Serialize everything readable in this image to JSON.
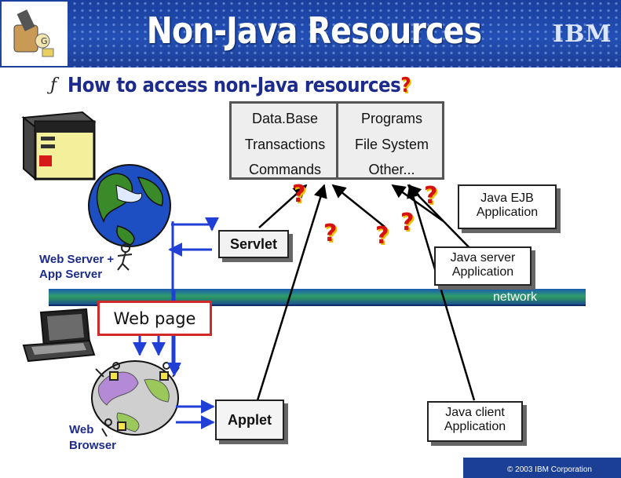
{
  "header": {
    "title": "Non-Java Resources",
    "brand": "IBM",
    "colors": {
      "band": "#1c3f96",
      "title": "#ffffff"
    }
  },
  "subtitle": {
    "bullet": "ƒ",
    "text": "How to access non-Java resources",
    "question_mark": "?"
  },
  "resource_table": {
    "cells": [
      [
        "Data.Base",
        "Programs"
      ],
      [
        "Transactions",
        "File System"
      ],
      [
        "Commands",
        "Other..."
      ]
    ]
  },
  "components": {
    "servlet": "Servlet",
    "web_page": "Web page",
    "applet": "Applet",
    "java_ejb": [
      "Java EJB",
      "Application"
    ],
    "java_server": [
      "Java server",
      "Application"
    ],
    "java_client": [
      "Java client",
      "Application"
    ],
    "network": "network"
  },
  "labels": {
    "web_server": [
      "Web Server +",
      "App Server"
    ],
    "web_browser": [
      "Web",
      "Browser"
    ]
  },
  "question_marks": [
    "?",
    "?",
    "?",
    "?",
    "?"
  ],
  "icons": [
    "server-tower-icon",
    "globe-icon",
    "laptop-icon",
    "browser-globe-icon",
    "people-icon"
  ],
  "colors": {
    "accent_red": "#d41010",
    "accent_yellow": "#e8c000",
    "text_blue": "#1c2b8c",
    "arrow_blue": "#1f3fd6"
  },
  "footer": {
    "copyright": "© 2003 IBM Corporation"
  }
}
